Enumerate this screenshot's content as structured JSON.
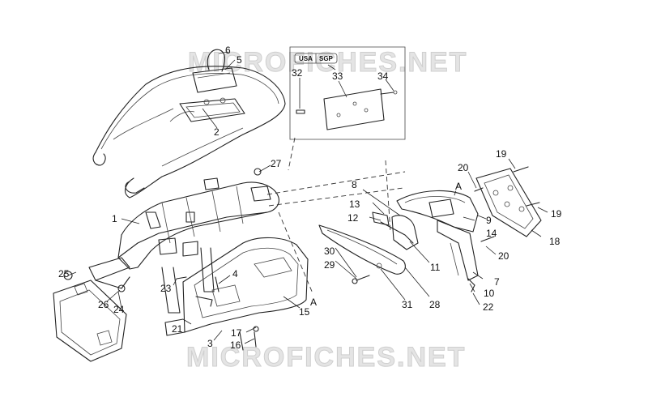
{
  "watermark": {
    "top": "MICROFICHES.NET",
    "bottom": "MICROFICHES.NET"
  },
  "inset": {
    "badge_left": "USA",
    "badge_right": "SGP"
  },
  "ref_marker": "A",
  "part_labels": [
    "1",
    "2",
    "3",
    "4",
    "5",
    "6",
    "7",
    "8",
    "9",
    "10",
    "11",
    "12",
    "13",
    "14",
    "15",
    "16",
    "17",
    "18",
    "19",
    "20",
    "21",
    "22",
    "23",
    "24",
    "25",
    "26",
    "27",
    "28",
    "29",
    "30",
    "31",
    "32",
    "33",
    "34"
  ],
  "extra_labels": [
    "19",
    "20"
  ]
}
